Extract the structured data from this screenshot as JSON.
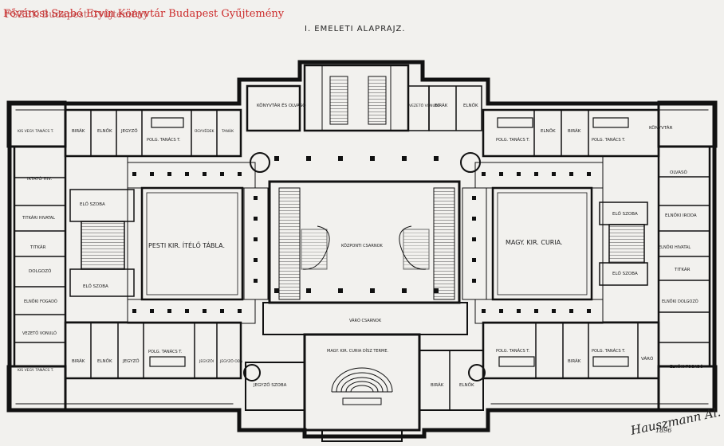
{
  "watermark": {
    "line1": "Fővárosi Szabó Ervin Könyvtár Budapest Gyűjtemény",
    "line2": "FSZEK Budapest Gyűjtemény"
  },
  "title": "I. EMELETI ALAPRAJZ.",
  "signature": "Hauszmann Al.",
  "signature_year": "1896",
  "large_labels": {
    "left_courtyard": "PESTI KIR. ÍTÉLŐ TÁBLA.",
    "right_courtyard": "MAGY. KIR. CURIA."
  },
  "room_labels": {
    "konyvtar_olvaso": "KÖNYVTÁR ÉS OLVASÓ",
    "vezeto_vonulo": "VEZETŐ VONULÓ",
    "birak_top": "BIRÁK",
    "elnok_top": "ELNÖK",
    "kis_vegy_tanacs_top": "KIS VEGY. TANÁCS T.",
    "birak_tl": "BIRÁK",
    "elnok_tl": "ELNÖK",
    "jegyzo_tl": "JEGYZŐ",
    "polg_tanacs_tl": "POLG. TANÁCS T.",
    "ugyvedek_tl": "ÜGYVÉDEK",
    "tanuk_tl": "TANÚK",
    "polg_tanacs_tr1": "POLG. TANÁCS T.",
    "elnok_tr": "ELNÖK",
    "birak_tr": "BIRÁK",
    "polg_tanacs_tr2": "POLG. TANÁCS T.",
    "konyvtar_r": "KÖNYVTÁR",
    "olvaso_r": "OLVASÓ",
    "eloszoba_r1": "ELŐ SZOBA",
    "elnoki_iroda_r": "ELNÖKI IRODA",
    "elnoki_hivatal_r": "ELNÖKI HIVATAL",
    "titkar_r": "TITKÁR",
    "eloszoba_r2": "ELŐ SZOBA",
    "elnoki_dolgozo_r": "ELNÖKI DOLGOZÓ",
    "iktato_l": "IKTATÓ HIV.",
    "titkari_l": "TITKÁRI HIVATAL",
    "eloszoba_l1": "ELŐ SZOBA",
    "titkar_l": "TITKÁR",
    "dolgozo_l": "DOLGOZÓ",
    "eloszoba_l2": "ELŐ SZOBA",
    "elnoki_fogado_l": "ELNÖKI FOGADÓ",
    "vezeto_vonulo_l": "VEZETŐ VONULÓ",
    "kis_vegy_tanacs_bl": "KIS VEGY. TANÁCS T.",
    "birak_bl": "BIRÁK",
    "elnok_bl": "ELNÖK",
    "jegyzo_bl": "JEGYZŐ",
    "polg_tanacs_bl": "POLG. TANÁCS T.",
    "jegyzoi_bl": "JEGYZŐI",
    "jegyzo_oda_bl": "JEGYZŐ ODA",
    "kozponti_csarnok": "KÖZPONTI CSARNOK",
    "varo_csarnok": "VÁRÓ CSARNOK",
    "disz_terem": "MAGY. KIR. CURIA DÍSZ TERME.",
    "jegyzo_szoba": "JEGYZŐ SZOBA",
    "birak_bc": "BIRÁK",
    "elnok_bc": "ELNÖK",
    "polg_tanacs_br1": "POLG. TANÁCS T.",
    "birak_br": "BIRÁK",
    "polg_tanacs_br2": "POLG. TANÁCS T.",
    "varo_br": "VÁRÓ",
    "elnoki_fogado_r": "ELNÖKI FOGADÓ"
  }
}
